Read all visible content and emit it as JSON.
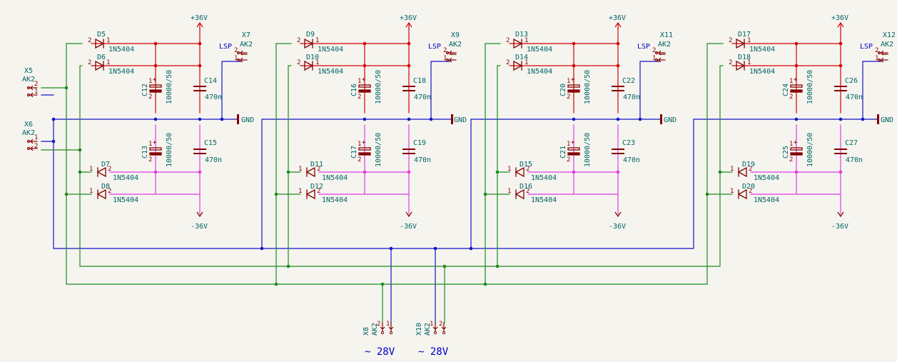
{
  "colors": {
    "red": "#d40000",
    "blue": "#1414c8",
    "green": "#1e8c1e",
    "magenta": "#e13ce6",
    "body": "#840000",
    "label": "#006464",
    "background": "#f5f4ef"
  },
  "sections": [
    {
      "power_pos": "+36V",
      "power_neg": "-36V",
      "gnd": "GND",
      "net_label": "LSP",
      "connector": {
        "ref": "X7",
        "value": "AK2"
      },
      "diodes_top": [
        {
          "ref": "D5",
          "value": "1N5404"
        },
        {
          "ref": "D6",
          "value": "1N5404"
        }
      ],
      "diodes_bottom": [
        {
          "ref": "D7",
          "value": "1N5404"
        },
        {
          "ref": "D8",
          "value": "1N5404"
        }
      ],
      "cap_elec_top": {
        "ref": "C12",
        "value": "10000/50"
      },
      "cap_elec_bottom": {
        "ref": "C13",
        "value": "10000/50"
      },
      "cap_top": {
        "ref": "C14",
        "value": "470n"
      },
      "cap_bottom": {
        "ref": "C15",
        "value": "470n"
      }
    },
    {
      "power_pos": "+36V",
      "power_neg": "-36V",
      "gnd": "GND",
      "net_label": "LSP",
      "connector": {
        "ref": "X9",
        "value": "AK2"
      },
      "diodes_top": [
        {
          "ref": "D9",
          "value": "1N5404"
        },
        {
          "ref": "D10",
          "value": "1N5404"
        }
      ],
      "diodes_bottom": [
        {
          "ref": "D11",
          "value": "1N5404"
        },
        {
          "ref": "D12",
          "value": "1N5404"
        }
      ],
      "cap_elec_top": {
        "ref": "C16",
        "value": "10000/50"
      },
      "cap_elec_bottom": {
        "ref": "C17",
        "value": "10000/50"
      },
      "cap_top": {
        "ref": "C18",
        "value": "470n"
      },
      "cap_bottom": {
        "ref": "C19",
        "value": "470n"
      }
    },
    {
      "power_pos": "+36V",
      "power_neg": "-36V",
      "gnd": "GND",
      "net_label": "LSP",
      "connector": {
        "ref": "X11",
        "value": "AK2"
      },
      "diodes_top": [
        {
          "ref": "D13",
          "value": "1N5404"
        },
        {
          "ref": "D14",
          "value": "1N5404"
        }
      ],
      "diodes_bottom": [
        {
          "ref": "D15",
          "value": "1N5404"
        },
        {
          "ref": "D16",
          "value": "1N5404"
        }
      ],
      "cap_elec_top": {
        "ref": "C20",
        "value": "10000/50"
      },
      "cap_elec_bottom": {
        "ref": "C21",
        "value": "10000/50"
      },
      "cap_top": {
        "ref": "C22",
        "value": "470n"
      },
      "cap_bottom": {
        "ref": "C23",
        "value": "470n"
      }
    },
    {
      "power_pos": "+36V",
      "power_neg": "-36V",
      "gnd": "GND",
      "net_label": "LSP",
      "connector": {
        "ref": "X12",
        "value": "AK2"
      },
      "diodes_top": [
        {
          "ref": "D17",
          "value": "1N5404"
        },
        {
          "ref": "D18",
          "value": "1N5404"
        }
      ],
      "diodes_bottom": [
        {
          "ref": "D19",
          "value": "1N5404"
        },
        {
          "ref": "D20",
          "value": "1N5404"
        }
      ],
      "cap_elec_top": {
        "ref": "C24",
        "value": "10000/50"
      },
      "cap_elec_bottom": {
        "ref": "C25",
        "value": "10000/50"
      },
      "cap_top": {
        "ref": "C26",
        "value": "470n"
      },
      "cap_bottom": {
        "ref": "C27",
        "value": "470n"
      }
    }
  ],
  "input_connectors": [
    {
      "ref": "X5",
      "value": "AK2"
    },
    {
      "ref": "X6",
      "value": "AK2"
    }
  ],
  "transformer_connectors": [
    {
      "ref": "X8",
      "value": "AK2",
      "voltage": "~ 28V"
    },
    {
      "ref": "X10",
      "value": "AK2",
      "voltage": "~ 28V"
    }
  ]
}
